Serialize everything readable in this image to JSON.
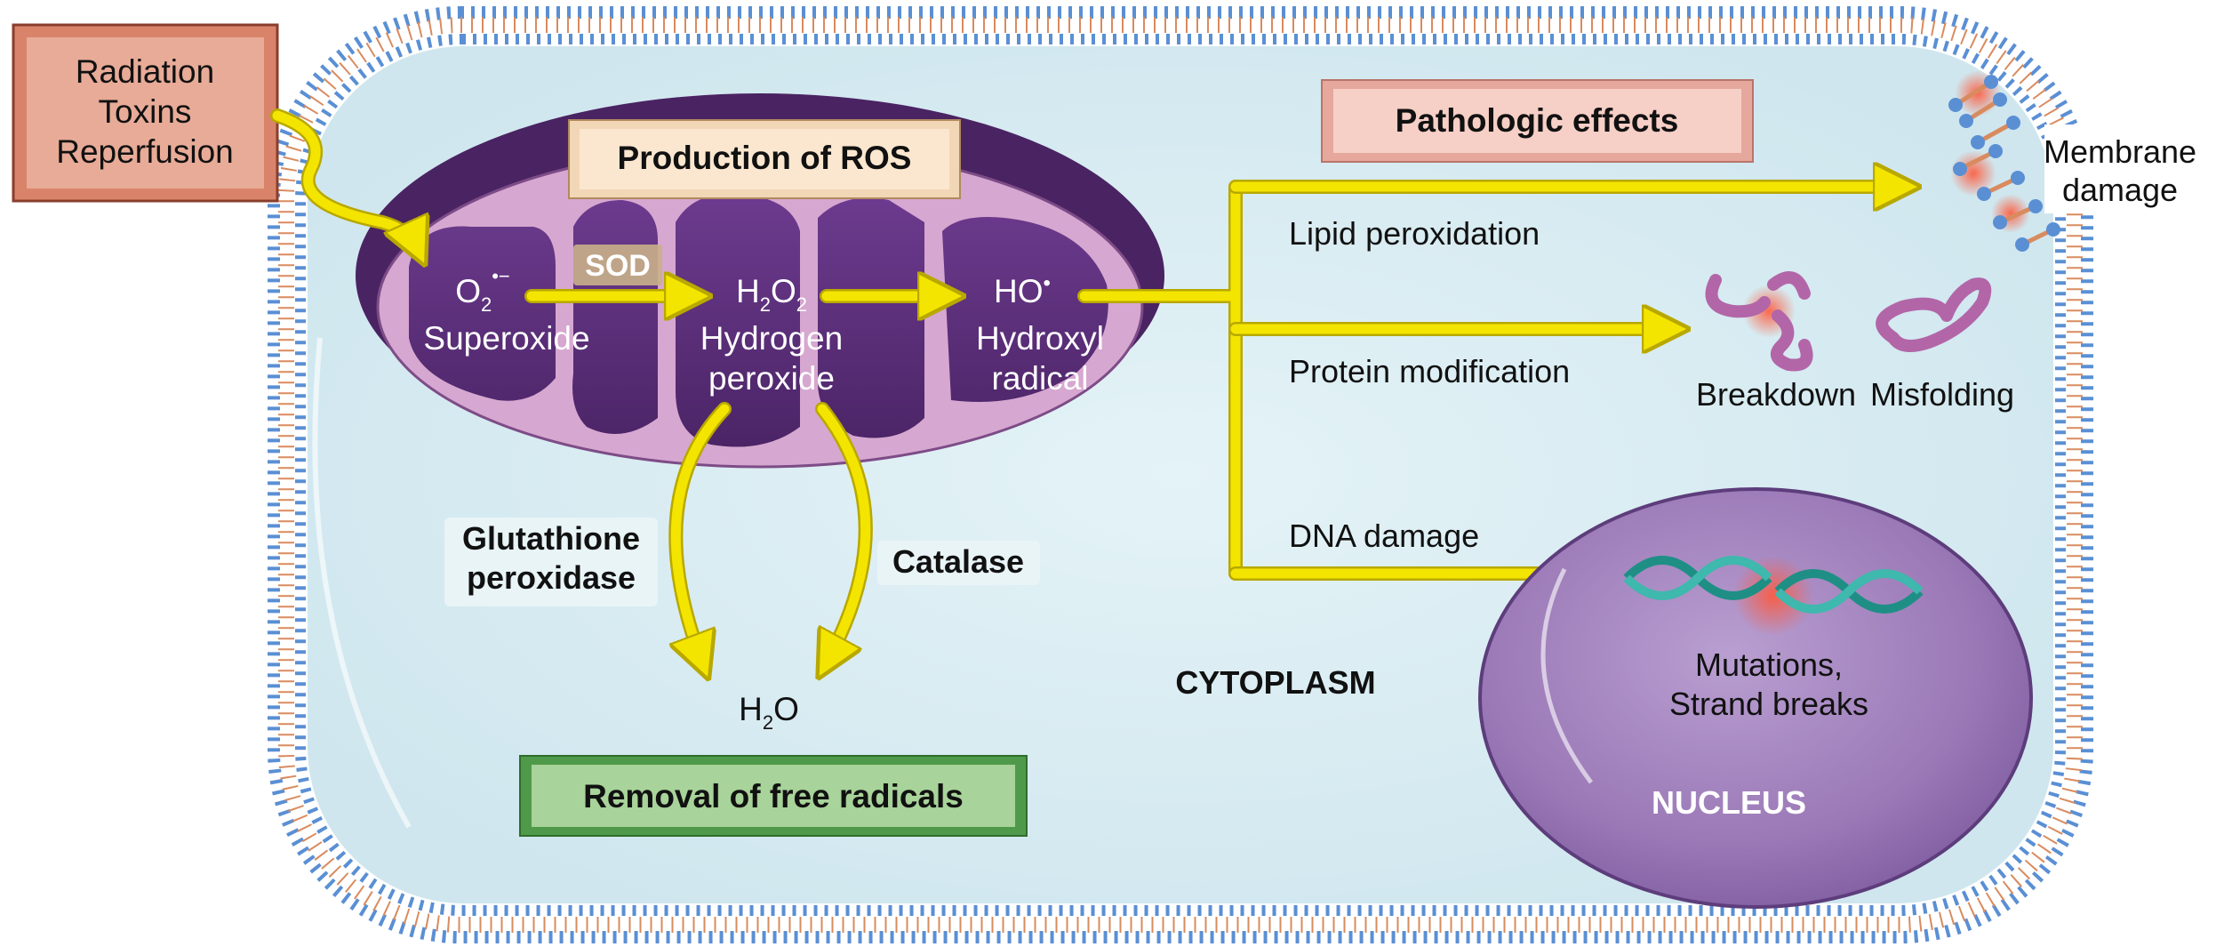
{
  "stimuli": [
    "Radiation",
    "Toxins",
    "Reperfusion"
  ],
  "production_title": "Production of ROS",
  "enzyme_sod": "SOD",
  "species": {
    "superoxide_formula_main": "O",
    "superoxide_formula_sub": "2",
    "superoxide_formula_sup": "•−",
    "superoxide_name": "Superoxide",
    "h2o2_h": "H",
    "h2o2_sub1": "2",
    "h2o2_o": "O",
    "h2o2_sub2": "2",
    "h2o2_name_line1": "Hydrogen",
    "h2o2_name_line2": "peroxide",
    "hydroxyl_formula": "HO",
    "hydroxyl_dot": "•",
    "hydroxyl_name_line1": "Hydroxyl",
    "hydroxyl_name_line2": "radical"
  },
  "removal": {
    "glutathione_line1": "Glutathione",
    "glutathione_line2": "peroxidase",
    "catalase": "Catalase",
    "water_h": "H",
    "water_sub": "2",
    "water_o": "O",
    "title": "Removal of free radicals"
  },
  "cytoplasm_label": "CYTOPLASM",
  "effects": {
    "title": "Pathologic effects",
    "lipid": "Lipid peroxidation",
    "protein": "Protein modification",
    "dna": "DNA damage",
    "membrane_line1": "Membrane",
    "membrane_line2": "damage",
    "breakdown": "Breakdown",
    "misfolding": "Misfolding",
    "mutations_line1": "Mutations,",
    "mutations_line2": "Strand breaks"
  },
  "nucleus_label": "NUCLEUS",
  "colors": {
    "cytoplasm": "#d9edf2",
    "membrane_head": "#5a8fd4",
    "membrane_tail": "#d98b5f",
    "mito_outer": "#d6a7d0",
    "mito_inner": "#5b2f7a",
    "arrow": "#f4e500",
    "nucleus": "#9a78b6",
    "stimuli_box": "#d9846a",
    "effects_box": "#f4c5bb",
    "production_box": "#fbe7cf",
    "removal_box": "#8dc47e"
  }
}
